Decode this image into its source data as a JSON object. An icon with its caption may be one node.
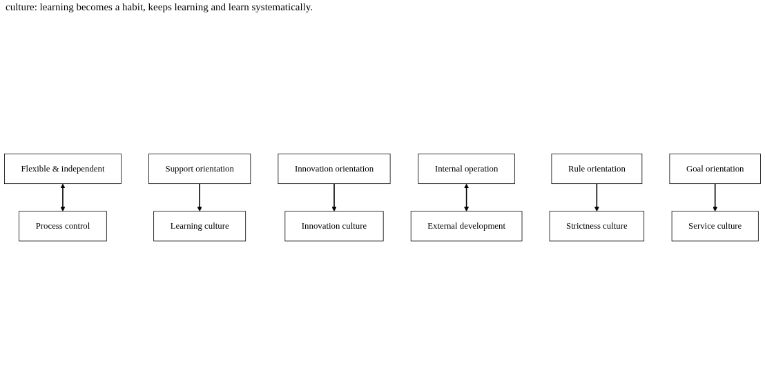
{
  "diagram": {
    "nodes": [
      {
        "text": [
          "Flexible & independent"
        ]
      },
      {
        "text": [
          "Support orientation"
        ]
      },
      {
        "text": [
          "Innovation orientation"
        ]
      },
      {
        "text": [
          "Learning culture"
        ]
      },
      {
        "text": [
          "Innovation culture"
        ]
      },
      {
        "text": [
          "Internal operation"
        ]
      },
      {
        "text": [
          "External development"
        ]
      },
      {
        "text": [
          "Strictness culture"
        ]
      },
      {
        "text": [
          "Service culture"
        ]
      },
      {
        "text": [
          "Rule orientation"
        ]
      },
      {
        "text": [
          "Goal orientation"
        ]
      },
      {
        "text": [
          "Process control"
        ]
      }
    ],
    "edges": [
      {
        "from": 0,
        "to": 11,
        "arrow": "both"
      },
      {
        "from": 5,
        "to": 6,
        "arrow": "both"
      },
      {
        "from": 1,
        "to": 3,
        "arrow": "to"
      },
      {
        "from": 2,
        "to": 4,
        "arrow": "to"
      },
      {
        "from": 9,
        "to": 7,
        "arrow": "to"
      },
      {
        "from": 10,
        "to": 8,
        "arrow": "to"
      }
    ],
    "labels": [
      "culture: learning becomes a habit, keeps learning and learn systematically."
    ]
  }
}
